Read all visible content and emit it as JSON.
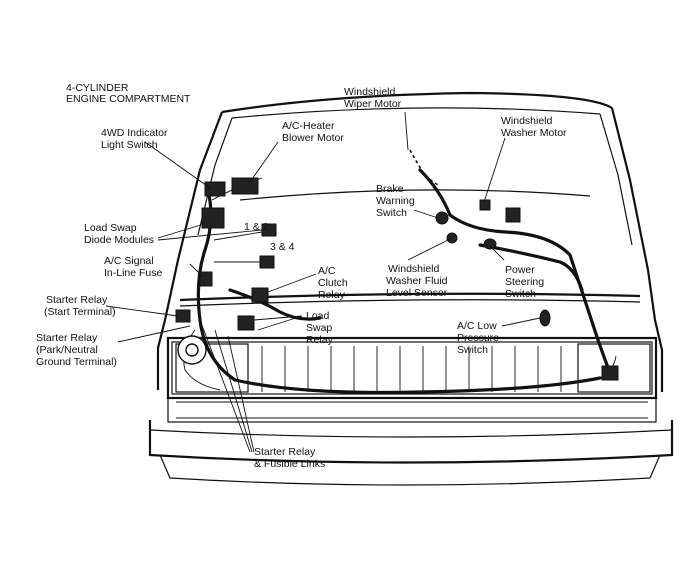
{
  "figure": {
    "title_lines": [
      "4-CYLINDER",
      "ENGINE COMPARTMENT"
    ]
  },
  "callouts": {
    "wd_indicator": [
      "4WD Indicator",
      "Light Switch"
    ],
    "ac_heater": [
      "A/C-Heater",
      "Blower Motor"
    ],
    "wiper_motor": [
      "Windshield",
      "Wiper Motor"
    ],
    "washer_motor": [
      "Windshield",
      "Washer Motor"
    ],
    "brake_warning": [
      "Brake",
      "Warning",
      "Switch"
    ],
    "load_swap_diode": [
      "Load Swap",
      "Diode Modules"
    ],
    "diode_nums": [
      "1 & 2",
      "3 & 4"
    ],
    "ac_signal": [
      "A/C Signal",
      "In-Line Fuse"
    ],
    "ac_clutch": [
      "A/C",
      "Clutch",
      "Relay"
    ],
    "washer_fluid": [
      "Windshield",
      "Washer Fluid",
      "Level Sensor"
    ],
    "power_steering": [
      "Power",
      "Steering",
      "Switch"
    ],
    "starter_start": [
      "Starter Relay",
      "(Start Terminal)"
    ],
    "load_swap_relay": [
      "Load",
      "Swap",
      "Relay"
    ],
    "ac_low_pressure": [
      "A/C Low",
      "Pressure",
      "Switch"
    ],
    "starter_ground": [
      "Starter Relay",
      "(Park/Neutral",
      "Ground Terminal)"
    ],
    "starter_fusible": [
      "Starter Relay",
      "& Fusible Links"
    ]
  }
}
